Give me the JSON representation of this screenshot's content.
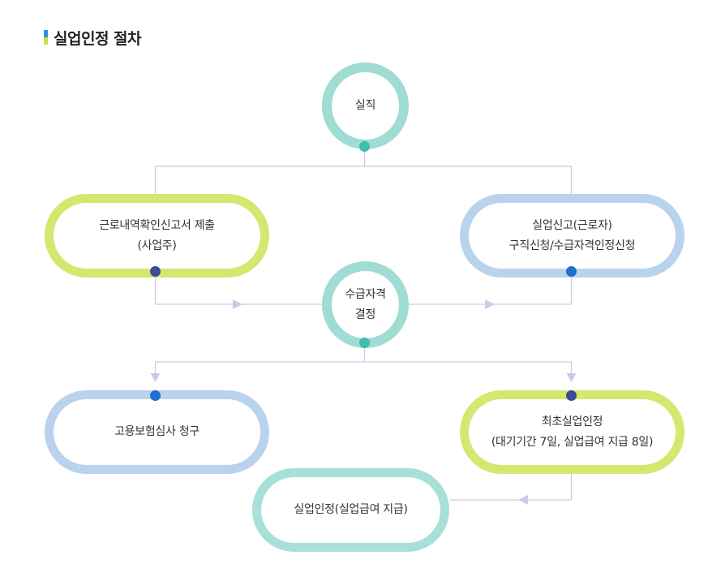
{
  "heading": {
    "title": "실업인정 절차"
  },
  "nodes": {
    "job_loss": {
      "lines": [
        "실직"
      ]
    },
    "employer_report": {
      "lines": [
        "근로내역확인신고서 제출",
        "(사업주)"
      ]
    },
    "worker_report": {
      "lines": [
        "실업신고(근로자)",
        "구직신청/수급자격인정신청"
      ]
    },
    "eligibility": {
      "lines": [
        "수급자격",
        "결정"
      ]
    },
    "review_request": {
      "lines": [
        "고용보험심사 청구"
      ]
    },
    "first_recognition": {
      "lines": [
        "최초실업인정",
        "(대기기간 7일, 실업급여 지급 8일)"
      ]
    },
    "recognition": {
      "lines": [
        "실업인정(실업급여 지급)"
      ]
    }
  },
  "colors": {
    "connector": "#c9cbe6",
    "arrow": "#c9cbe6",
    "circle_ring": "#9fdcd4",
    "green_ring": "#d4e76f",
    "blue_ring": "#b9d3ed",
    "teal_ring": "#a7e0d8",
    "dot_teal": "#3dbfae",
    "dot_navy": "#3e4a9a",
    "dot_blue": "#1f6fcf"
  }
}
